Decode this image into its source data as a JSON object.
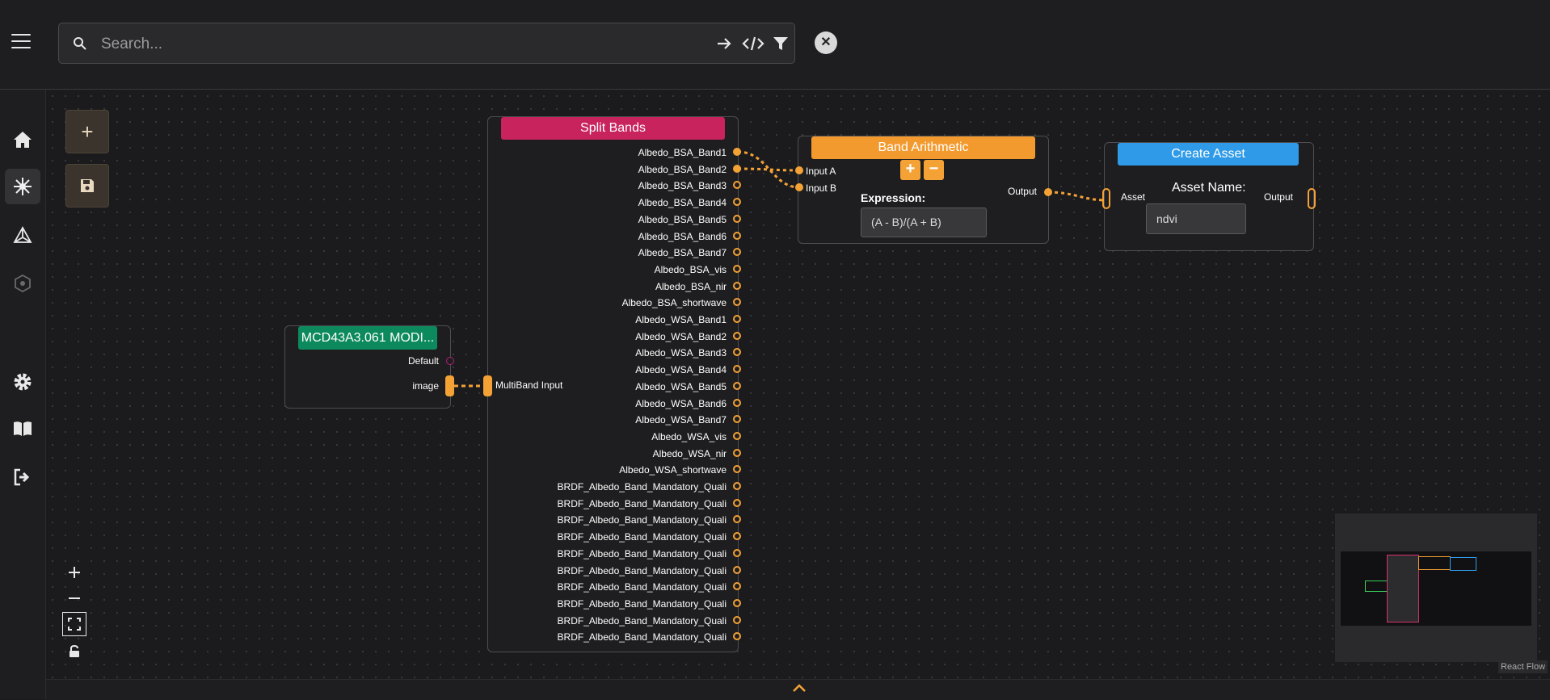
{
  "search": {
    "placeholder": "Search..."
  },
  "toolbar": {
    "add_label": "+"
  },
  "nodes": {
    "mcd": {
      "title": "MCD43A3.061 MODI...",
      "outputs": [
        "Default",
        "image"
      ]
    },
    "split": {
      "title": "Split Bands",
      "input": "MultiBand Input",
      "outputs": [
        "Albedo_BSA_Band1",
        "Albedo_BSA_Band2",
        "Albedo_BSA_Band3",
        "Albedo_BSA_Band4",
        "Albedo_BSA_Band5",
        "Albedo_BSA_Band6",
        "Albedo_BSA_Band7",
        "Albedo_BSA_vis",
        "Albedo_BSA_nir",
        "Albedo_BSA_shortwave",
        "Albedo_WSA_Band1",
        "Albedo_WSA_Band2",
        "Albedo_WSA_Band3",
        "Albedo_WSA_Band4",
        "Albedo_WSA_Band5",
        "Albedo_WSA_Band6",
        "Albedo_WSA_Band7",
        "Albedo_WSA_vis",
        "Albedo_WSA_nir",
        "Albedo_WSA_shortwave",
        "BRDF_Albedo_Band_Mandatory_Quali",
        "BRDF_Albedo_Band_Mandatory_Quali",
        "BRDF_Albedo_Band_Mandatory_Quali",
        "BRDF_Albedo_Band_Mandatory_Quali",
        "BRDF_Albedo_Band_Mandatory_Quali",
        "BRDF_Albedo_Band_Mandatory_Quali",
        "BRDF_Albedo_Band_Mandatory_Quali",
        "BRDF_Albedo_Band_Mandatory_Quali",
        "BRDF_Albedo_Band_Mandatory_Quali",
        "BRDF_Albedo_Band_Mandatory_Quali"
      ]
    },
    "band": {
      "title": "Band Arithmetic",
      "add": "+",
      "remove": "−",
      "input_a": "Input A",
      "input_b": "Input B",
      "expression_label": "Expression:",
      "expression": "(A - B)/(A + B)",
      "output": "Output"
    },
    "asset": {
      "title": "Create Asset",
      "input": "Asset",
      "name_label": "Asset Name:",
      "name_value": "ndvi",
      "output": "Output"
    }
  },
  "attribution": "React Flow",
  "colors": {
    "accent": "#f4a236",
    "split": "#c8235c",
    "mcd": "#0d8a5d",
    "band": "#f39a2f",
    "asset": "#2f9be8"
  }
}
